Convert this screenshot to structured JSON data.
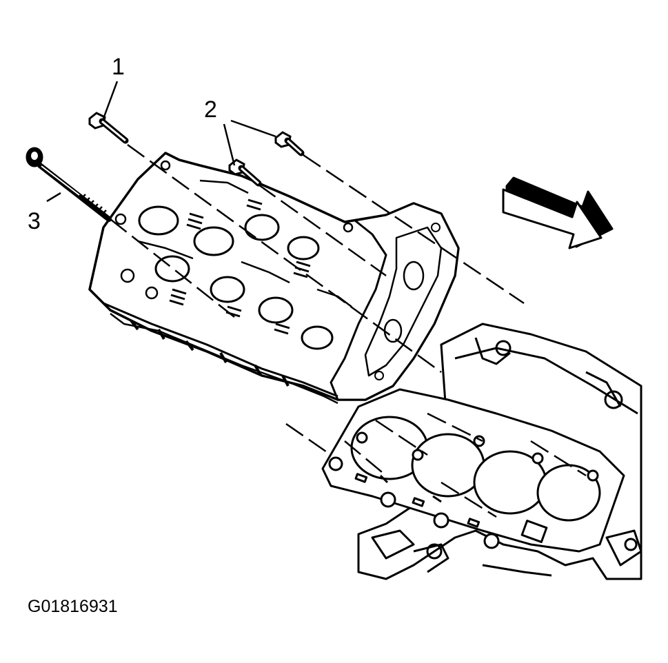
{
  "callouts": {
    "c1": "1",
    "c2": "2",
    "c3": "3"
  },
  "figure_id": "G01816931",
  "colors": {
    "ink": "#000000",
    "paper": "#ffffff"
  }
}
